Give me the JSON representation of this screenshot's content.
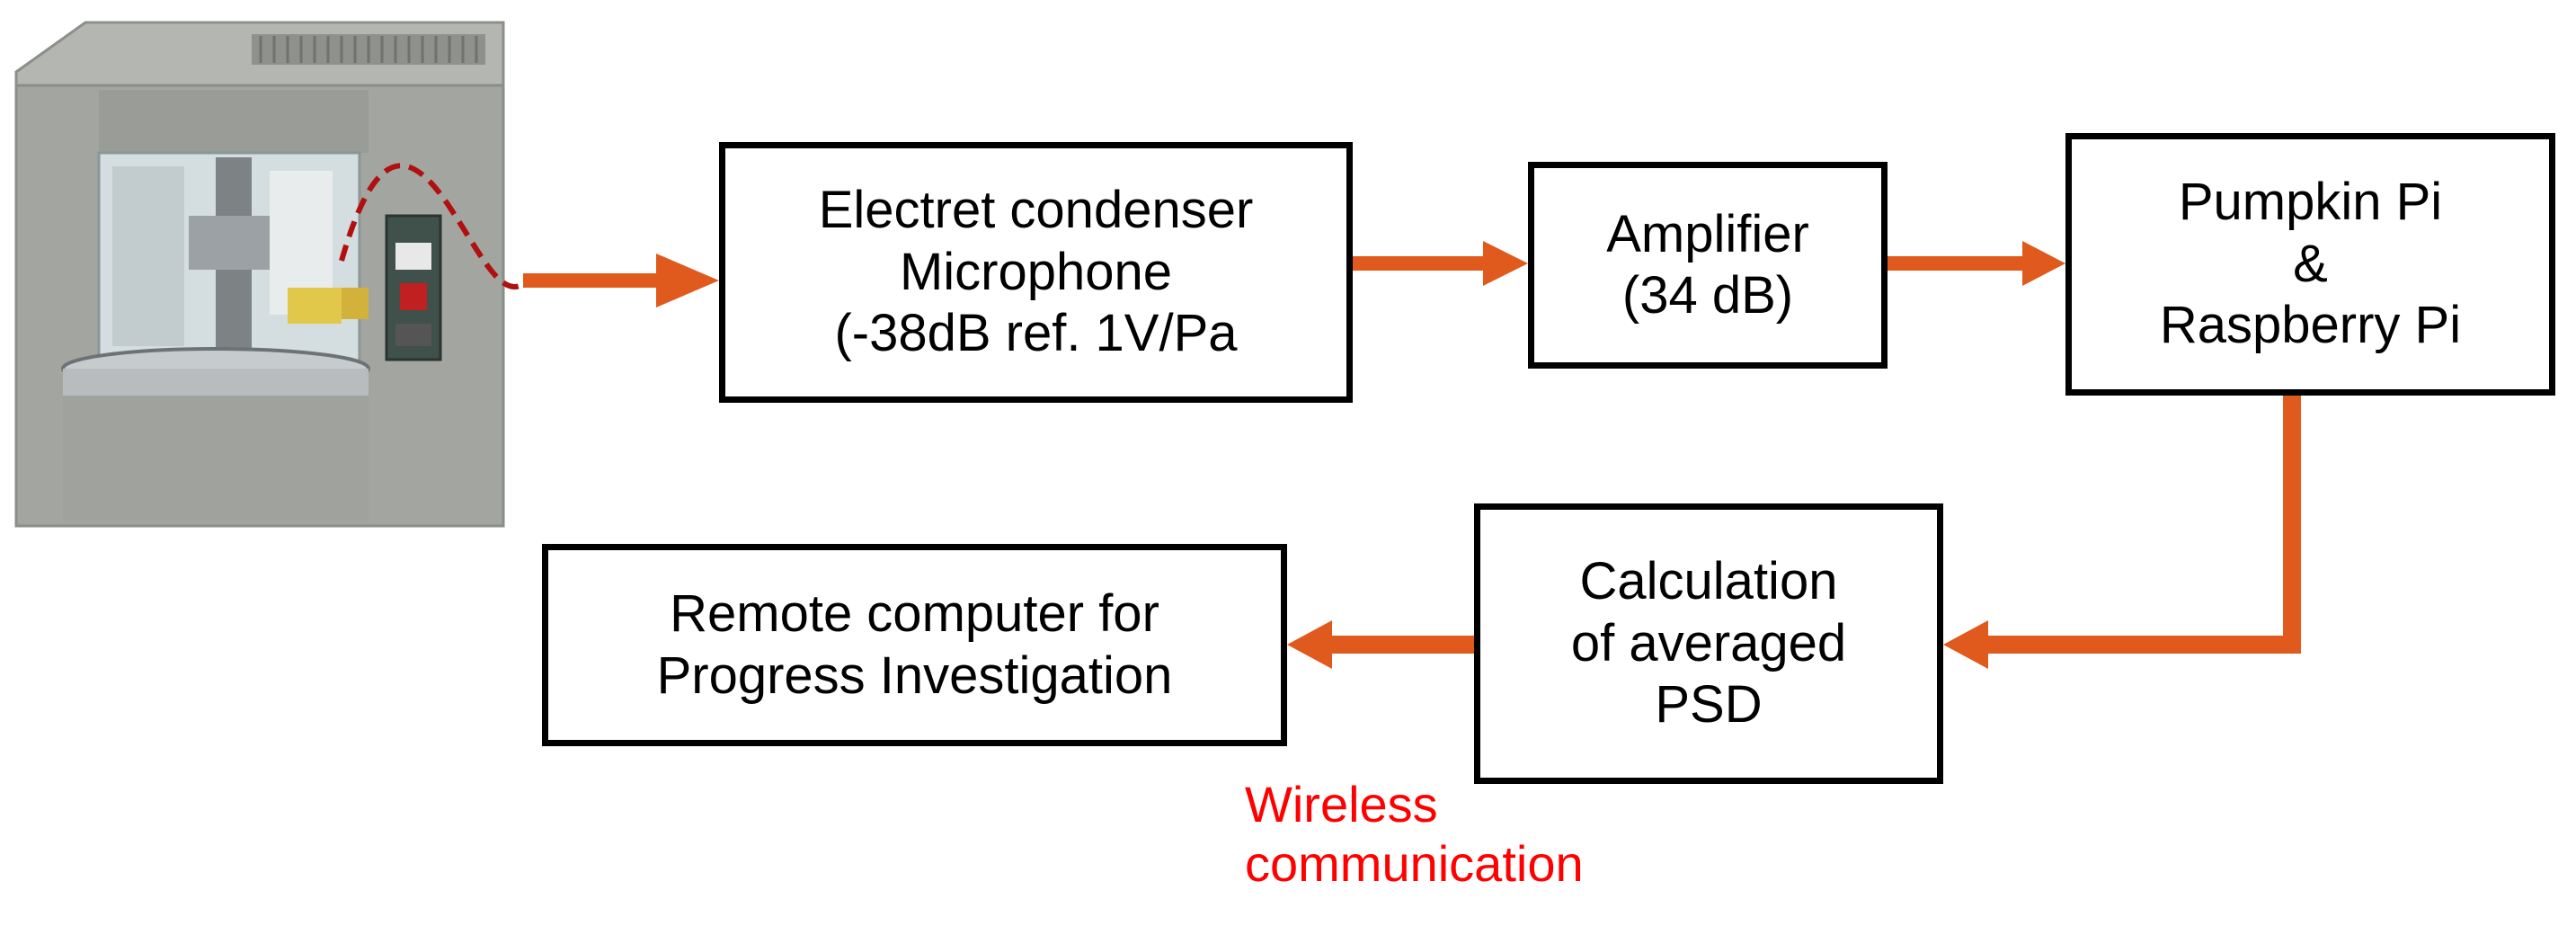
{
  "colors": {
    "arrow": "#e05a1e",
    "box_border": "#000000",
    "text": "#000000",
    "wireless_label": "#ff0000",
    "machine_body": "#a3a6a0",
    "signal_curve": "#b01010"
  },
  "machine_photo": {
    "icon": "lab-machine-with-microphone-photo"
  },
  "boxes": {
    "microphone": {
      "lines": [
        "Electret condenser",
        "Microphone",
        "(-38dB ref. 1V/Pa"
      ]
    },
    "amplifier": {
      "lines": [
        "Amplifier",
        "(34 dB)"
      ]
    },
    "processor": {
      "lines": [
        "Pumpkin Pi",
        "&",
        "Raspberry Pi"
      ]
    },
    "psd": {
      "lines": [
        "Calculation",
        "of averaged",
        "PSD"
      ]
    },
    "remote": {
      "lines": [
        "Remote computer  for",
        "Progress Investigation"
      ]
    }
  },
  "wireless_label": {
    "lines": [
      "Wireless",
      "communication"
    ]
  }
}
